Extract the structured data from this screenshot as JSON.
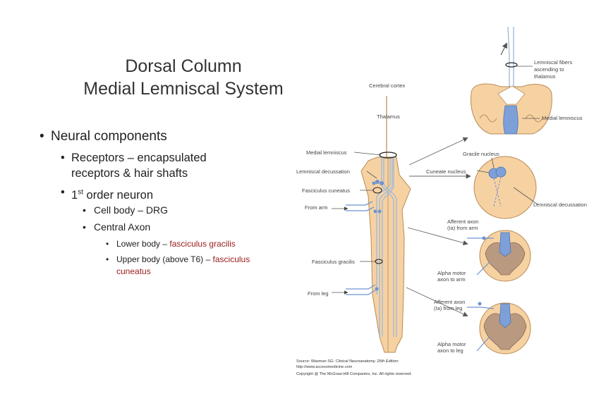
{
  "slide": {
    "title_line1": "Dorsal Column",
    "title_line2": "Medial Lemniscal System",
    "bullets": {
      "b1": "Neural components",
      "b1_1": "Receptors – encapsulated",
      "b1_1_cont": "receptors & hair shafts",
      "b1_2_prefix": "1",
      "b1_2_sup": "st",
      "b1_2_rest": " order neuron",
      "b1_2_1": "Cell body – DRG",
      "b1_2_2": "Central Axon",
      "b1_2_2_1_prefix": "Lower body – ",
      "b1_2_2_1_red": "fasciculus gracilis",
      "b1_2_2_2_prefix": "Upper body (above T6) – ",
      "b1_2_2_2_red1": "fasciculus",
      "b1_2_2_2_red2": "cuneatus"
    }
  },
  "figure": {
    "labels": {
      "cerebral_cortex": "Cerebral cortex",
      "thalamus": "Thalamus",
      "medial_lemniscus_left": "Medial lemniscus",
      "lemniscal_decussation_left": "Lemniscal decussation",
      "fasciculus_cuneatus": "Fasciculus cuneatus",
      "from_arm": "From arm",
      "fasciculus_gracilis": "Fasciculus gracilis",
      "from_leg": "From leg",
      "lemniscal_fibers_1": "Lemniscal fibers",
      "lemniscal_fibers_2": "ascending to",
      "lemniscal_fibers_3": "thalamus",
      "medial_lemniscus_right": "Medial lemniscus",
      "gracile_nucleus": "Gracile nucleus",
      "cuneate_nucleus": "Cuneate nucleus",
      "lemniscal_decussation_right": "Lemniscal decussation",
      "afferent_arm_1": "Afferent axon",
      "afferent_arm_2": "(Ia) from arm",
      "alpha_arm_1": "Alpha motor",
      "alpha_arm_2": "axon to arm",
      "afferent_leg_1": "Afferent axon",
      "afferent_leg_2": "(Ia) from leg",
      "alpha_leg_1": "Alpha motor",
      "alpha_leg_2": "axon to leg"
    },
    "source": {
      "line1_prefix": "Source: Waxman SG: ",
      "line1_italic": "Clinical Neuroanatomy, 26th Edition:",
      "line2": "http://www.accessmedicine.com",
      "line3": "Copyright @ The McGraw-Hill Companies, Inc. All rights reserved."
    },
    "colors": {
      "cord_fill": "#f6d2a3",
      "cord_stroke": "#b98a54",
      "tract_blue": "#6f93cf",
      "fiber_line": "#9bb8dc",
      "gray_matter": "#b99a80",
      "label_text": "#444444"
    }
  }
}
